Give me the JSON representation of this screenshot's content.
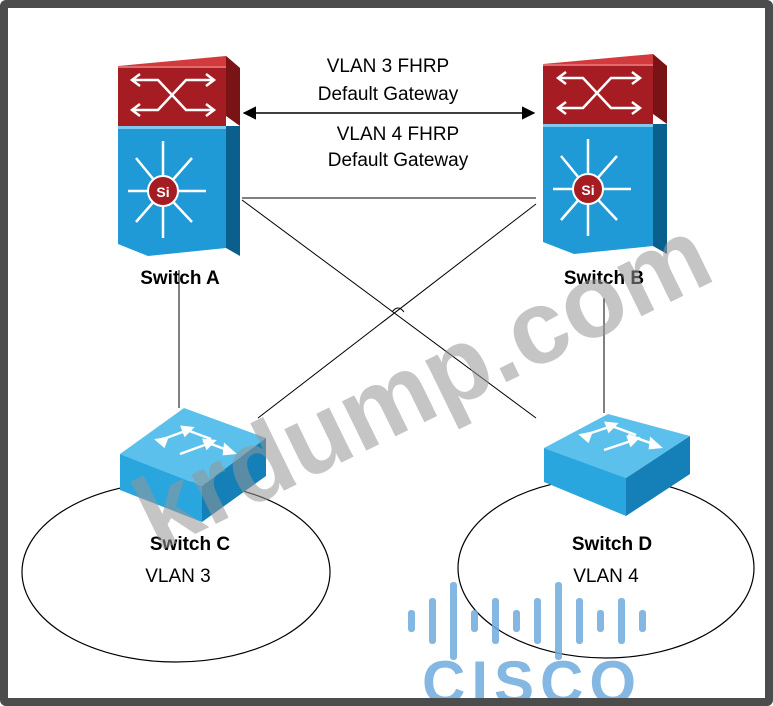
{
  "link_label": {
    "vlan3_line1": "VLAN 3 FHRP",
    "vlan3_line2": "Default Gateway",
    "vlan4_line1": "VLAN 4 FHRP",
    "vlan4_line2": "Default Gateway"
  },
  "switches": {
    "a": {
      "name": "Switch A",
      "badge": "Si"
    },
    "b": {
      "name": "Switch B",
      "badge": "Si"
    },
    "c": {
      "name": "Switch C"
    },
    "d": {
      "name": "Switch D"
    }
  },
  "vlans": {
    "c": "VLAN 3",
    "d": "VLAN 4"
  },
  "watermark": "krdump.com",
  "logo": {
    "word": "CISCO"
  },
  "colors": {
    "router_red": "#a51d22",
    "switch_blue": "#1f9ad6",
    "access_blue": "#2aa6df",
    "frame": "#4c4c4c"
  }
}
